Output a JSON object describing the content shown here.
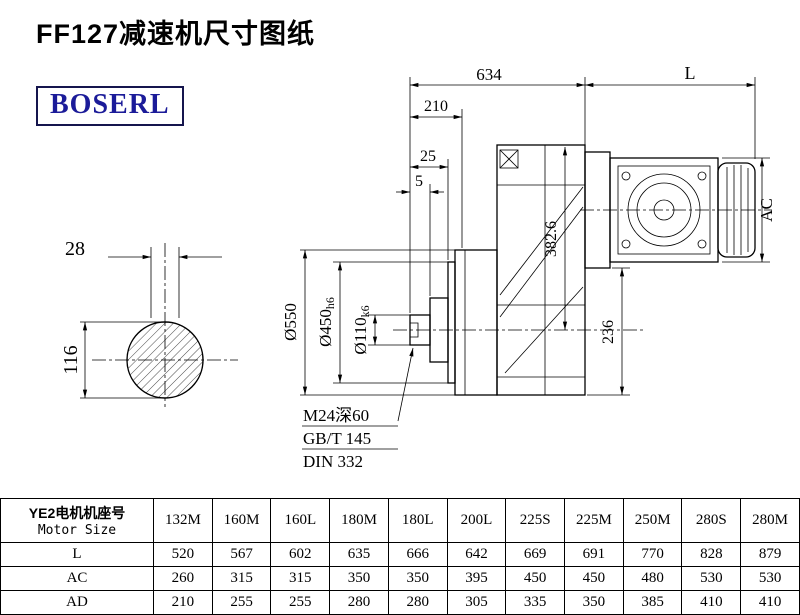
{
  "title": "FF127减速机尺寸图纸",
  "logo": {
    "text": "BOSERL"
  },
  "drawing": {
    "dims": {
      "d634": "634",
      "dL": "L",
      "d210": "210",
      "d25": "25",
      "d5": "5",
      "dAC": "AC",
      "d28": "28",
      "d116": "116",
      "d550": "Ø550",
      "d450": "Ø450",
      "d450_tol": "h6",
      "d110": "Ø110",
      "d110_tol": "k6",
      "d382": "382.6",
      "d236": "236"
    },
    "notes": {
      "tap": "M24深60",
      "std1": "GB/T 145",
      "std2": "DIN 332"
    }
  },
  "table": {
    "header_cn": "YE2电机机座号",
    "header_en": "Motor Size",
    "columns": [
      "132M",
      "160M",
      "160L",
      "180M",
      "180L",
      "200L",
      "225S",
      "225M",
      "250M",
      "280S",
      "280M"
    ],
    "rows": [
      {
        "label": "L",
        "values": [
          "520",
          "567",
          "602",
          "635",
          "666",
          "642",
          "669",
          "691",
          "770",
          "828",
          "879"
        ]
      },
      {
        "label": "AC",
        "values": [
          "260",
          "315",
          "315",
          "350",
          "350",
          "395",
          "450",
          "450",
          "480",
          "530",
          "530"
        ]
      },
      {
        "label": "AD",
        "values": [
          "210",
          "255",
          "255",
          "280",
          "280",
          "305",
          "335",
          "350",
          "385",
          "410",
          "410"
        ]
      }
    ]
  }
}
